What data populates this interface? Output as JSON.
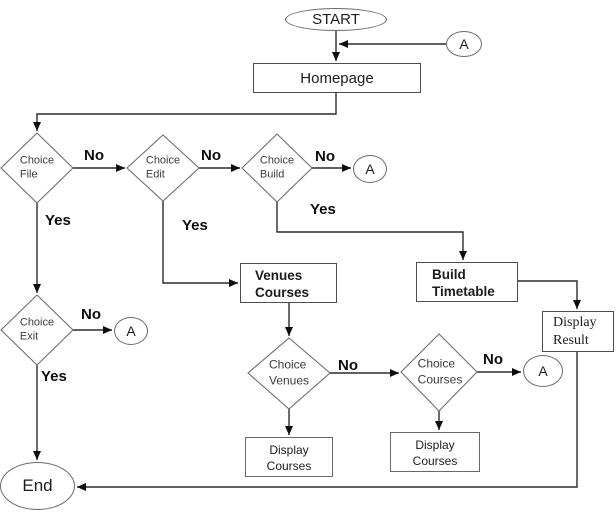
{
  "diagram": {
    "type": "flowchart",
    "background": "#ffffff",
    "connector_color": "#2b2b2b",
    "shape_border_color": "#6e6e6e",
    "nodes": {
      "start": {
        "shape": "oval",
        "label": "START"
      },
      "connector_a_top": {
        "shape": "circle",
        "label": "A"
      },
      "homepage": {
        "shape": "rect",
        "label": "Homepage"
      },
      "choice_file": {
        "shape": "diamond",
        "line1": "Choice",
        "line2": "File"
      },
      "choice_edit": {
        "shape": "diamond",
        "line1": "Choice",
        "line2": "Edit"
      },
      "choice_build": {
        "shape": "diamond",
        "line1": "Choice",
        "line2": "Build"
      },
      "connector_a_build": {
        "shape": "circle",
        "label": "A"
      },
      "venues_courses": {
        "shape": "rect",
        "line1": "Venues",
        "line2": "Courses"
      },
      "build_timetable": {
        "shape": "rect",
        "line1": "Build",
        "line2": "Timetable"
      },
      "display_result": {
        "shape": "rect",
        "line1": "Display",
        "line2": "Result"
      },
      "choice_exit": {
        "shape": "diamond",
        "line1": "Choice",
        "line2": "Exit"
      },
      "connector_a_exit": {
        "shape": "circle",
        "label": "A"
      },
      "choice_venues": {
        "shape": "diamond",
        "line1": "Choice",
        "line2": "Venues"
      },
      "choice_courses": {
        "shape": "diamond",
        "line1": "Choice",
        "line2": "Courses"
      },
      "connector_a_courses": {
        "shape": "circle",
        "label": "A"
      },
      "display_courses_left": {
        "shape": "rect",
        "line1": "Display",
        "line2": "Courses"
      },
      "display_courses_right": {
        "shape": "rect",
        "line1": "Display",
        "line2": "Courses"
      },
      "end": {
        "shape": "oval",
        "label": "End"
      }
    },
    "edges": [
      {
        "from": "start",
        "to": "homepage",
        "label": ""
      },
      {
        "from": "connector_a_top",
        "to": "homepage",
        "label": ""
      },
      {
        "from": "homepage",
        "to": "choice_file",
        "label": ""
      },
      {
        "from": "choice_file",
        "to": "choice_edit",
        "label": "No"
      },
      {
        "from": "choice_file",
        "to": "choice_exit",
        "label": "Yes"
      },
      {
        "from": "choice_edit",
        "to": "choice_build",
        "label": "No"
      },
      {
        "from": "choice_edit",
        "to": "venues_courses",
        "label": "Yes"
      },
      {
        "from": "choice_build",
        "to": "connector_a_build",
        "label": "No"
      },
      {
        "from": "choice_build",
        "to": "build_timetable",
        "label": "Yes"
      },
      {
        "from": "build_timetable",
        "to": "display_result",
        "label": ""
      },
      {
        "from": "venues_courses",
        "to": "choice_venues",
        "label": ""
      },
      {
        "from": "choice_venues",
        "to": "choice_courses",
        "label": "No"
      },
      {
        "from": "choice_venues",
        "to": "display_courses_left",
        "label": ""
      },
      {
        "from": "choice_courses",
        "to": "connector_a_courses",
        "label": "No"
      },
      {
        "from": "choice_courses",
        "to": "display_courses_right",
        "label": ""
      },
      {
        "from": "choice_exit",
        "to": "connector_a_exit",
        "label": "No"
      },
      {
        "from": "choice_exit",
        "to": "end",
        "label": "Yes"
      },
      {
        "from": "display_result",
        "to": "end",
        "label": ""
      }
    ]
  }
}
